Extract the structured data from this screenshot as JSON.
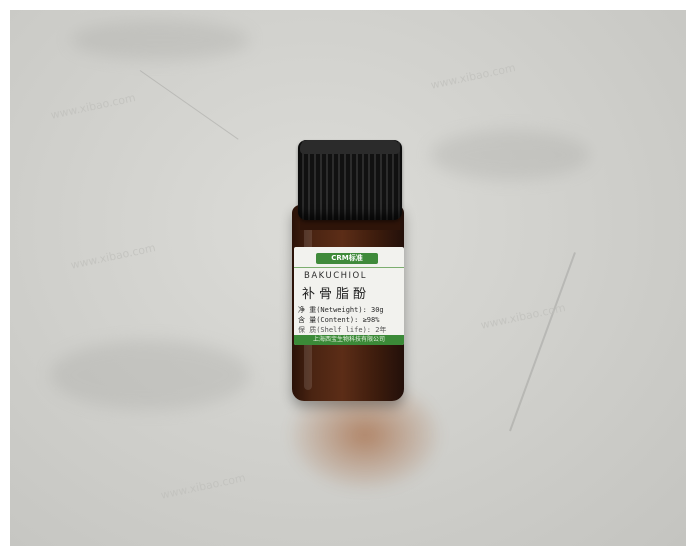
{
  "product": {
    "brand": "CRM标准",
    "english_name": "BAKUCHIOL",
    "chinese_name": "补骨脂酚",
    "net_weight": "净 重(Netweight): 30g",
    "content": "含 量(Content): ≥98%",
    "shelf_life": "保 质(Shelf life): 2年",
    "manufacturer": "上海西宝生物科技有限公司"
  },
  "colors": {
    "bottle": "#4a2412",
    "cap": "#1a1a1a",
    "label_green": "#3b8a38",
    "background": "#cfcfcb"
  }
}
